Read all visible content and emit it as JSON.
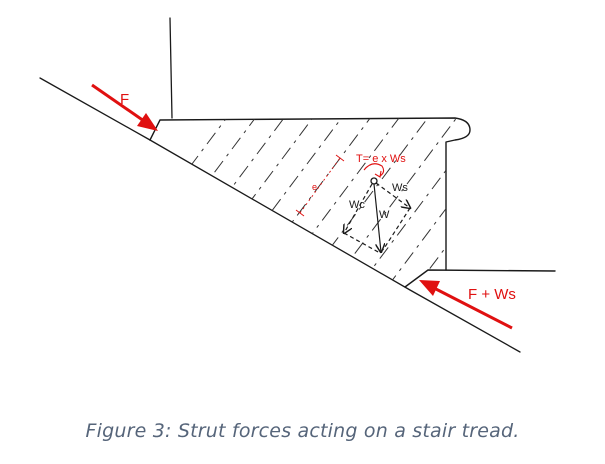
{
  "figure": {
    "caption": "Figure 3: Strut forces acting on a stair tread.",
    "labels": {
      "force_top": "F",
      "force_bottom": "F + Ws",
      "torque": "T= e x Ws",
      "ws": "Ws",
      "wc": "Wc",
      "w": "W",
      "e": "e"
    },
    "colors": {
      "force_arrow": "#e01010",
      "ink": "#1a1a1a",
      "caption": "#56657a"
    }
  }
}
